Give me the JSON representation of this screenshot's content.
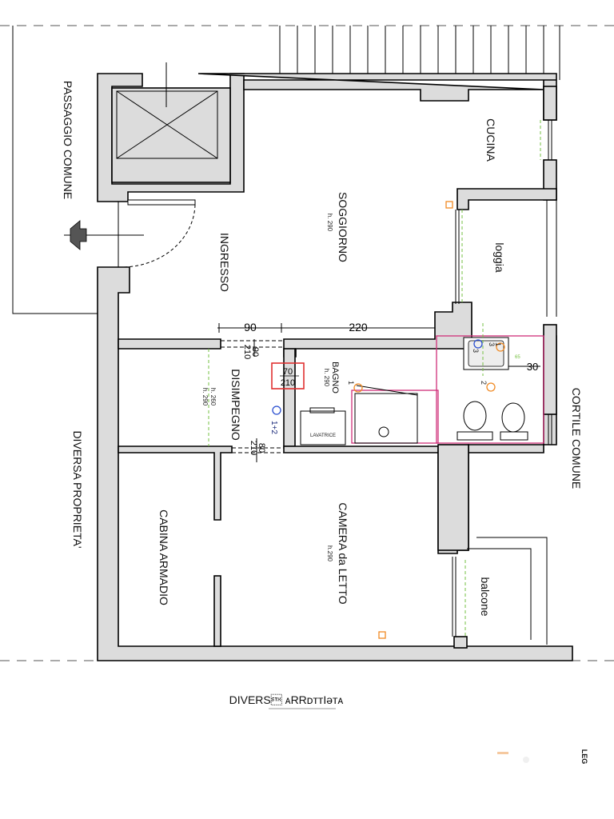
{
  "rooms": {
    "passaggio_comune": "PASSAGGIO COMUNE",
    "diversa_proprieta": "DIVERSA PROPRIETA'",
    "soggiorno": "SOGGIORNO",
    "soggiorno_h": "h. 290",
    "ingresso": "INGRESSO",
    "cucina": "CUCINA",
    "loggia": "loggia",
    "cortile_comune": "CORTILE COMUNE",
    "disimpegno": "DISIMPEGNO",
    "disimpegno_h1": "h. 260",
    "disimpegno_h2": "h. 290",
    "bagno": "BAGNO",
    "bagno_h": "h. 290",
    "cabina_armadio": "CABINA ARMADIO",
    "camera": "CAMERA da LETTO",
    "camera_h": "h.290",
    "balcone": "balcone"
  },
  "dimensions": {
    "d90": "90",
    "d220": "220",
    "d30": "30",
    "door1_w": "90",
    "door1_h": "210",
    "door2_w": "80",
    "door2_h": "210",
    "door_red_w": "70",
    "door_red_h": "210",
    "d65": "65"
  },
  "fixtures": {
    "lavatrice": "LAVATRICE",
    "outlet_1_2": "1+2",
    "n1": "1",
    "n2": "2",
    "n3": "3",
    "n3b": "3",
    "n1b": "1"
  },
  "footer": {
    "text": "DIVERS\u0002 ᴀRRᴅᴛᴛIǝᴛᴀ",
    "stamp": "LEG"
  },
  "colors": {
    "wall_fill": "#dcdcdc",
    "green": "#76c043",
    "pink": "#d0307a",
    "red": "#e03030",
    "orange": "#f08a24",
    "blue": "#2a4fd0"
  }
}
